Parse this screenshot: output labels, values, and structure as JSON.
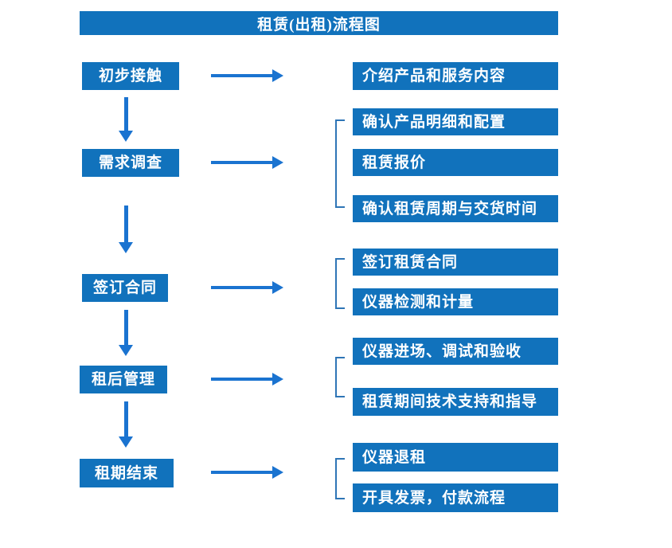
{
  "title": "租赁(出租)流程图",
  "colors": {
    "box_blue": "#1172BC",
    "arrow_blue": "#1A73D0",
    "bracket_blue": "#2E75B6",
    "text_white": "#FFFFFF",
    "background": "#FFFFFF"
  },
  "steps": [
    {
      "label": "初步接触",
      "details": [
        "介绍产品和服务内容"
      ]
    },
    {
      "label": "需求调查",
      "details": [
        "确认产品明细和配置",
        "租赁报价",
        "确认租赁周期与交货时间"
      ]
    },
    {
      "label": "签订合同",
      "details": [
        "签订租赁合同",
        "仪器检测和计量"
      ]
    },
    {
      "label": "租后管理",
      "details": [
        "仪器进场、调试和验收",
        "租赁期间技术支持和指导"
      ]
    },
    {
      "label": "租期结束",
      "details": [
        "仪器退租",
        "开具发票，付款流程"
      ]
    }
  ]
}
